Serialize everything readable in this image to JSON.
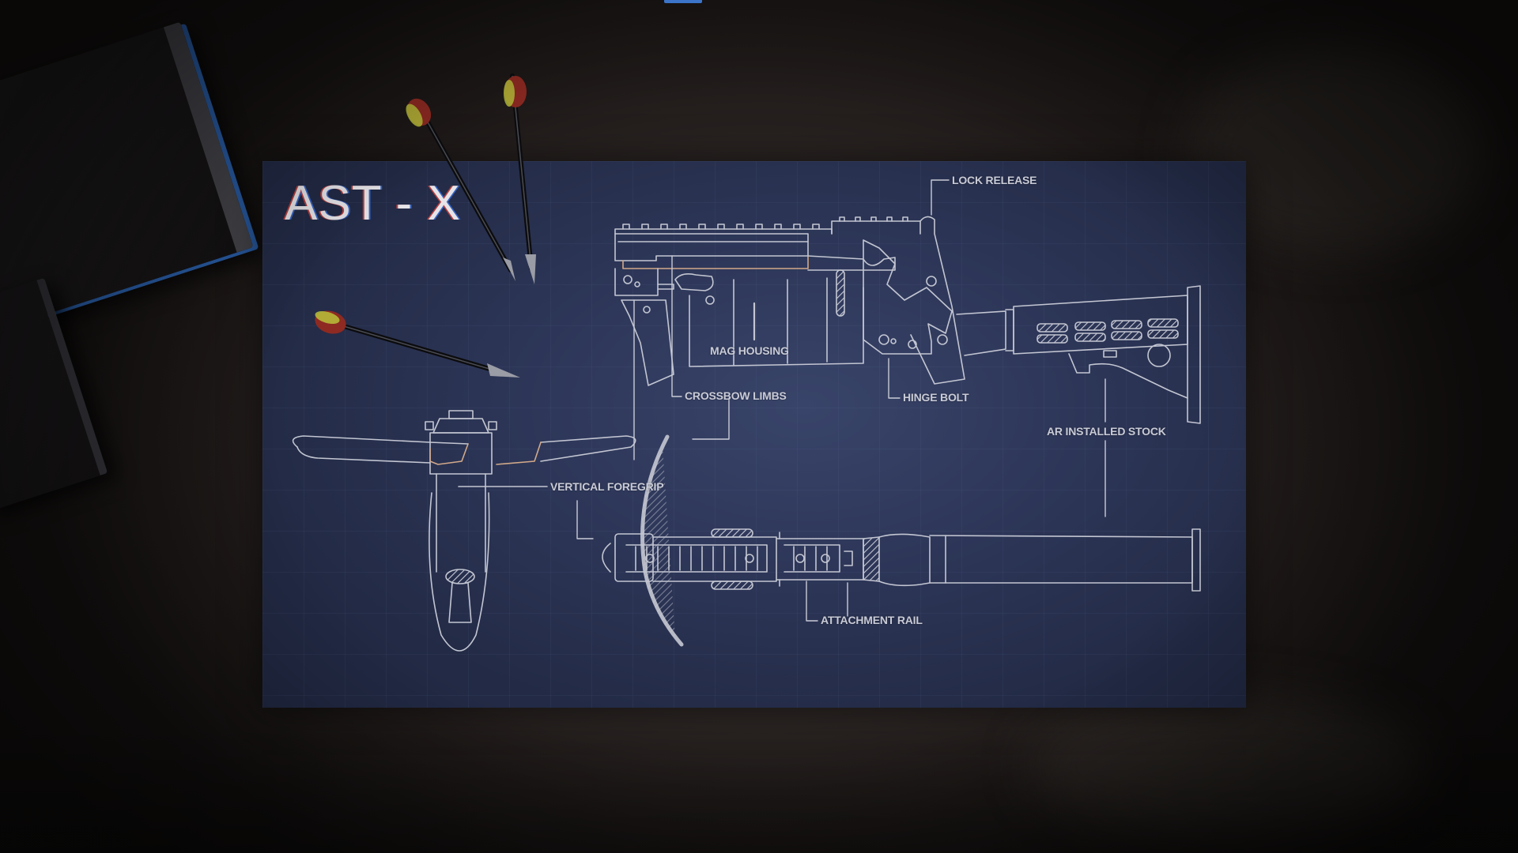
{
  "scene": {
    "description": "Top-down view of a blueprint on a dark table",
    "top_marker_color": "#3b74c9"
  },
  "blueprint": {
    "title": "AST - X",
    "paper_color": "#2c3556",
    "line_color": "#c9cbd6",
    "callouts": [
      {
        "id": "lock-release",
        "label": "LOCK RELEASE"
      },
      {
        "id": "mag-housing",
        "label": "MAG HOUSING"
      },
      {
        "id": "crossbow-limbs",
        "label": "CROSSBOW LIMBS"
      },
      {
        "id": "hinge-bolt",
        "label": "HINGE BOLT"
      },
      {
        "id": "ar-installed-stock",
        "label": "AR INSTALLED STOCK"
      },
      {
        "id": "vertical-foregrip",
        "label": "VERTICAL FOREGRIP"
      },
      {
        "id": "attachment-rail",
        "label": "ATTACHMENT RAIL"
      }
    ]
  },
  "props": {
    "bolts": [
      {
        "id": "bolt-1",
        "fletching_colors": [
          "#b8c23a",
          "#8e2a22"
        ]
      },
      {
        "id": "bolt-2",
        "fletching_colors": [
          "#b8c23a",
          "#8e2a22"
        ]
      },
      {
        "id": "bolt-3",
        "fletching_colors": [
          "#b8c23a",
          "#8e2a22"
        ]
      }
    ],
    "book_spine_color": "#46464c"
  }
}
